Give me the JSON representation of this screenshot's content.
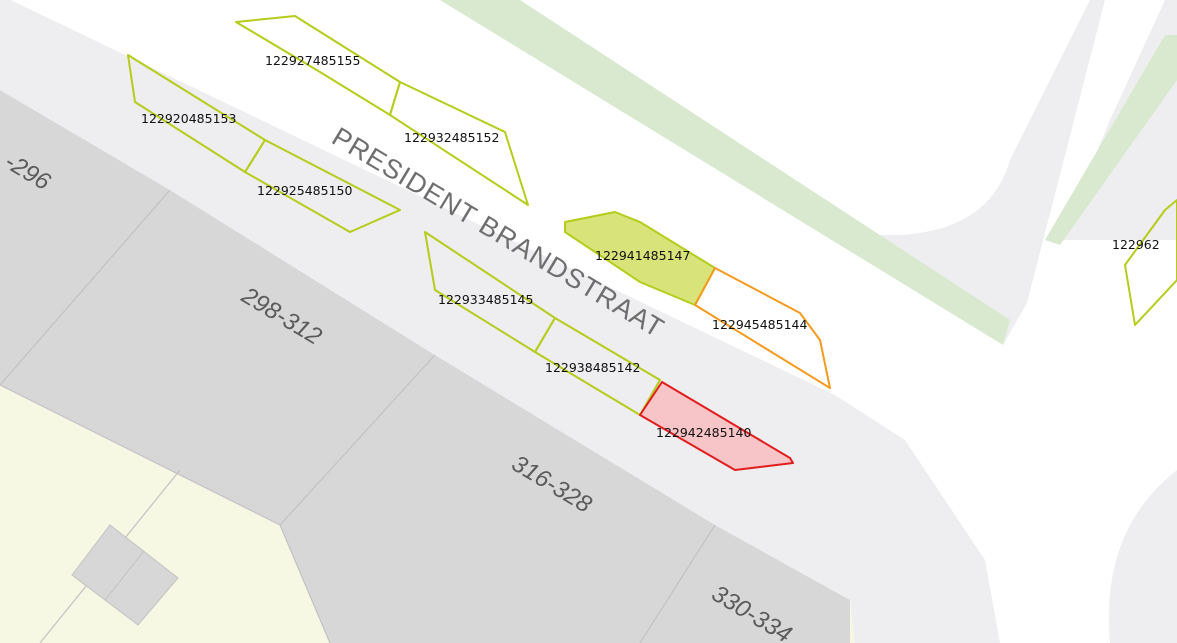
{
  "street": {
    "name": "PRESIDENT BRANDSTRAAT"
  },
  "house_numbers": [
    "-296",
    "298-312",
    "316-328",
    "330-334"
  ],
  "parking_spots": [
    {
      "id": "122927485155",
      "status": "normal"
    },
    {
      "id": "122920485153",
      "status": "normal"
    },
    {
      "id": "122932485152",
      "status": "normal"
    },
    {
      "id": "122925485150",
      "status": "normal"
    },
    {
      "id": "122941485147",
      "status": "occupied"
    },
    {
      "id": "122933485145",
      "status": "normal"
    },
    {
      "id": "122945485144",
      "status": "warning"
    },
    {
      "id": "122938485142",
      "status": "normal"
    },
    {
      "id": "122942485140",
      "status": "alert"
    },
    {
      "id": "122962",
      "status": "normal"
    }
  ],
  "colors": {
    "parcel": "#d7d7d7",
    "garden": "#f6f8e4",
    "road_edge": "#eeedef",
    "green_strip": "#d9e9cf",
    "spot_outline": "#b5cc1a",
    "spot_occupied_fill": "#d8e37a",
    "spot_warning": "#f39a1f",
    "spot_alert": "#e11d1d",
    "spot_alert_fill": "#f7c4c8"
  }
}
